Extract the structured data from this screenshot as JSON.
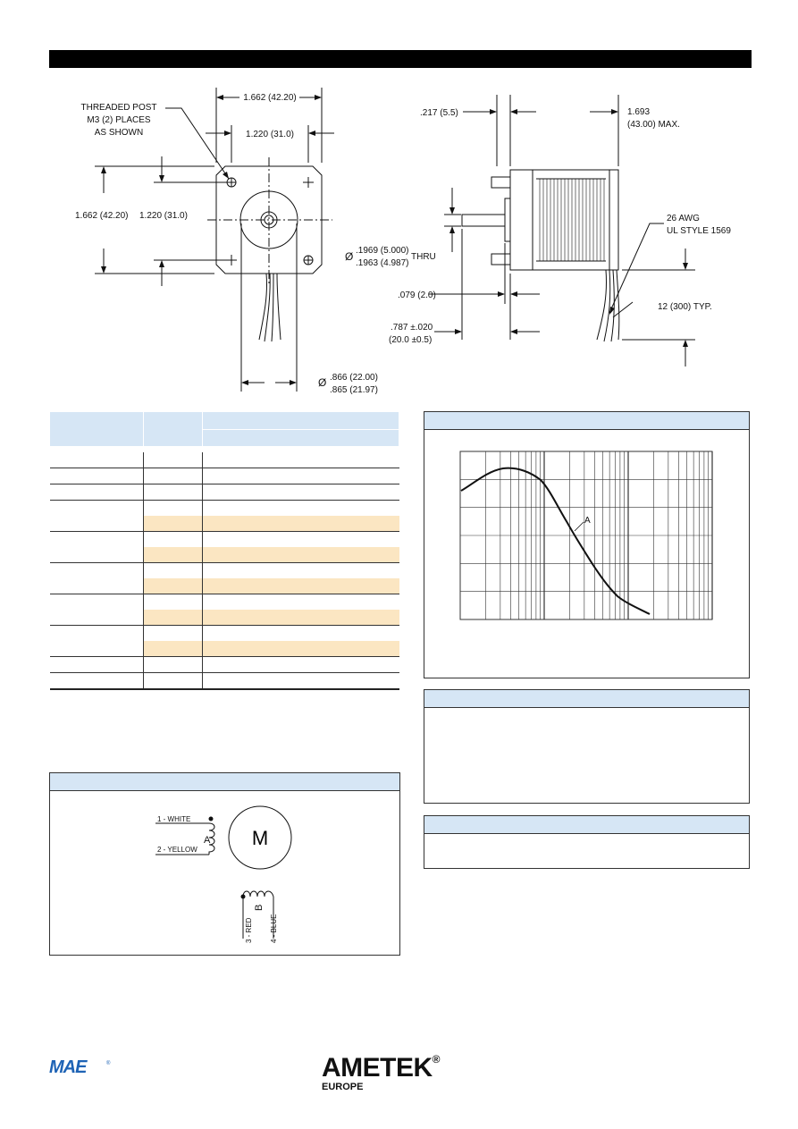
{
  "front_view": {
    "threaded_post_line1": "THREADED POST",
    "threaded_post_line2": "M3 (2) PLACES",
    "threaded_post_line3": "AS SHOWN",
    "width_overall": "1.662 (42.20)",
    "width_holes": "1.220 (31.0)",
    "height_overall": "1.662 (42.20)",
    "height_holes": "1.220 (31.0)",
    "pilot_dia_symbol": "Ø",
    "pilot_dia_max": ".866 (22.00)",
    "pilot_dia_min": ".865 (21.97)"
  },
  "side_view": {
    "shaft_offset": ".217 (5.5)",
    "body_length_line1": "1.693",
    "body_length_line2": "(43.00) MAX.",
    "shaft_dia_symbol": "Ø",
    "shaft_dia_max": ".1969 (5.000)",
    "shaft_dia_min": ".1963 (4.987)",
    "thru": "THRU",
    "flange": ".079 (2.0)",
    "shaft_length_line1": ".787 ±.020",
    "shaft_length_line2": "(20.0 ±0.5)",
    "wire_gauge": "26 AWG",
    "wire_style": "UL STYLE 1569",
    "lead_length": "12 (300) TYP."
  },
  "chart": {
    "curve_label": "A"
  },
  "wiring": {
    "white": "1 - WHITE",
    "yellow": "2 - YELLOW",
    "phase_a": "A",
    "phase_b": "B",
    "motor": "M",
    "red": "3 - RED",
    "blue": "4 - BLUE"
  },
  "footer": {
    "mae_logo": "MAE",
    "ametek_name": "AMETEK",
    "ametek_reg": "®",
    "ametek_region": "EUROPE"
  },
  "colors": {
    "header_blue": "#d6e6f5",
    "highlight_row": "#fbe6c2",
    "mae_blue": "#1e63b5"
  }
}
